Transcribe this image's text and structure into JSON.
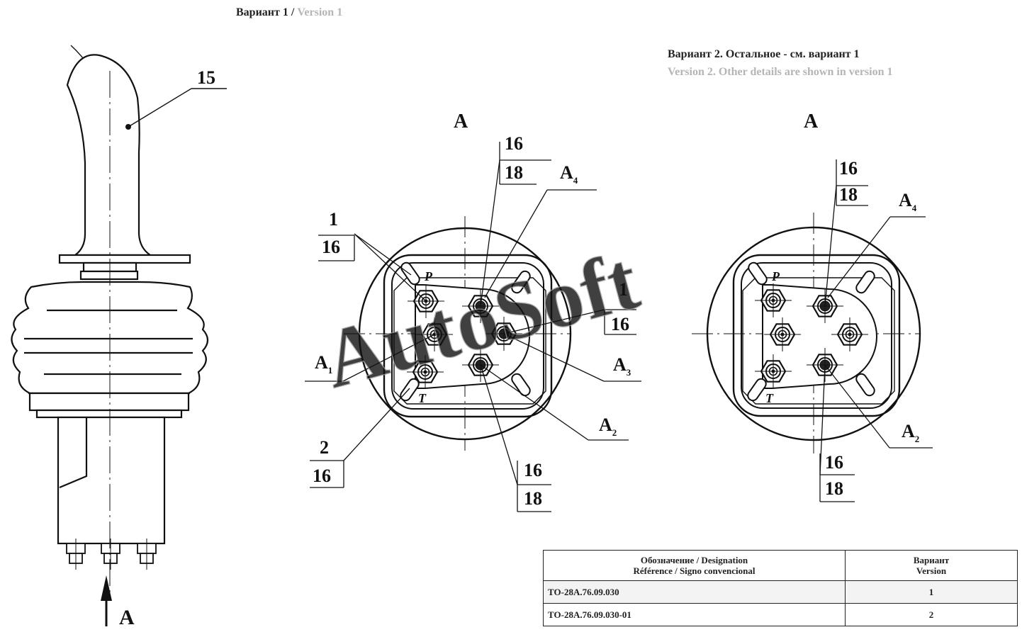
{
  "header": {
    "variant1_ru": "Вариант 1",
    "sep": " / ",
    "variant1_en": "Version 1",
    "variant2_ru": "Вариант 2. Остальное - см. вариант 1",
    "variant2_en": "Version 2. Other details are shown in version 1"
  },
  "watermark": "AutoSoft",
  "views": {
    "side_callout": "15",
    "arrow_label": "A",
    "view_a_title": "A",
    "view_b_title": "A"
  },
  "callouts_a": {
    "top_num": "16",
    "top_den": "18",
    "a4": "A",
    "a4_sub": "4",
    "left_num": "1",
    "left_den": "16",
    "right_num": "1",
    "right_den": "16",
    "a1": "A",
    "a1_sub": "1",
    "a3": "A",
    "a3_sub": "3",
    "a2": "A",
    "a2_sub": "2",
    "bl_num": "2",
    "bl_den": "16",
    "bot_num": "16",
    "bot_den": "18",
    "p_mark": "P",
    "t_mark": "T"
  },
  "callouts_b": {
    "top_num": "16",
    "top_den": "18",
    "a4": "A",
    "a4_sub": "4",
    "a2": "A",
    "a2_sub": "2",
    "bot_num": "16",
    "bot_den": "18",
    "p_mark": "P",
    "t_mark": "T"
  },
  "table": {
    "col1_line1": "Обозначение / Designation",
    "col1_line2": "Référence / Signo convencional",
    "col2_line1": "Вариант",
    "col2_line2": "Version",
    "rows": [
      {
        "designation": "ТО-28А.76.09.030",
        "version": "1"
      },
      {
        "designation": "ТО-28А.76.09.030-01",
        "version": "2"
      }
    ]
  }
}
